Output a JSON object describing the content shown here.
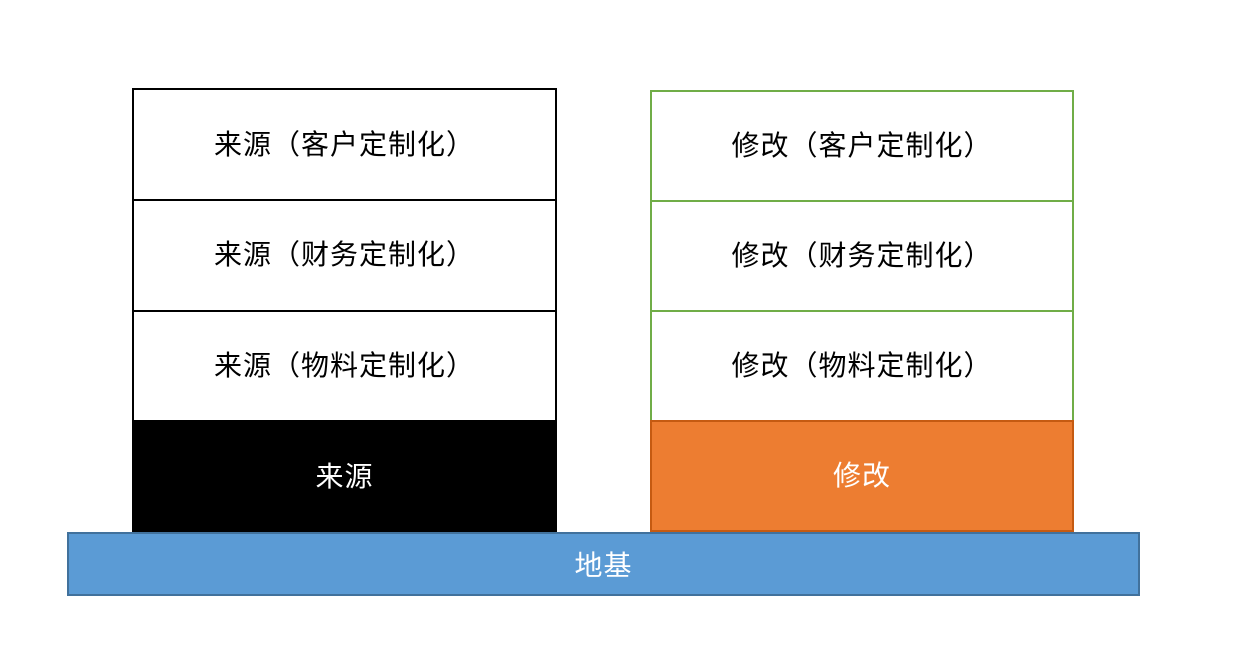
{
  "diagram": {
    "source_stack": {
      "rows": [
        {
          "label": "来源（客户定制化）"
        },
        {
          "label": "来源（财务定制化）"
        },
        {
          "label": "来源（物料定制化）"
        }
      ],
      "base": {
        "label": "来源",
        "fill_color": "#000000",
        "text_color": "#ffffff"
      },
      "border_color": "#000000"
    },
    "modify_stack": {
      "rows": [
        {
          "label": "修改（客户定制化）"
        },
        {
          "label": "修改（财务定制化）"
        },
        {
          "label": "修改（物料定制化）"
        }
      ],
      "base": {
        "label": "修改",
        "fill_color": "#ED7D31",
        "border_color": "#C55A11",
        "text_color": "#ffffff"
      },
      "border_color": "#70AD47"
    },
    "foundation": {
      "label": "地基",
      "fill_color": "#5B9BD5",
      "border_color": "#41719C",
      "text_color": "#ffffff"
    }
  }
}
